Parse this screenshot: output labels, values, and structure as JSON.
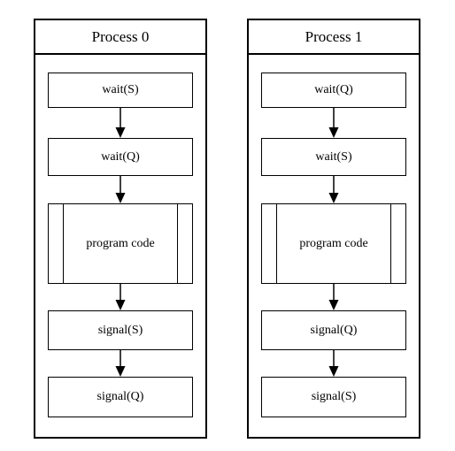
{
  "processes": [
    {
      "title": "Process 0",
      "steps": [
        "wait(S)",
        "wait(Q)",
        "program code",
        "signal(S)",
        "signal(Q)"
      ]
    },
    {
      "title": "Process 1",
      "steps": [
        "wait(Q)",
        "wait(S)",
        "program code",
        "signal(Q)",
        "signal(S)"
      ]
    }
  ],
  "colors": {
    "stroke": "#000000",
    "background": "#ffffff"
  }
}
